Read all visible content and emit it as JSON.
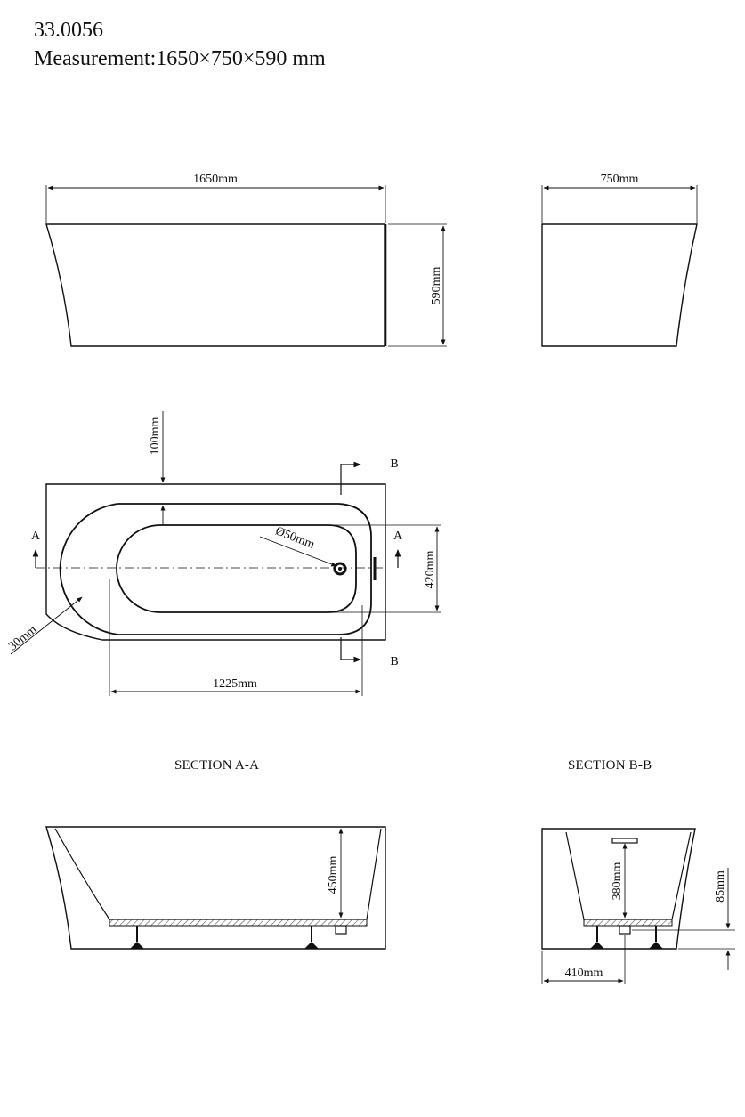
{
  "header": {
    "model": "33.0056",
    "measurement": "Measurement:1650×750×590 mm"
  },
  "front_view": {
    "length_label": "1650mm",
    "height_label": "590mm"
  },
  "side_view": {
    "width_label": "750mm"
  },
  "top_view": {
    "rim_label": "100mm",
    "drain_label": "Ø50mm",
    "inner_width_label": "420mm",
    "inner_length_label": "1225mm",
    "corner_label": "30mm",
    "section_a": "A",
    "section_b": "B"
  },
  "section_aa": {
    "title": "SECTION A-A",
    "depth_label": "450mm"
  },
  "section_bb": {
    "title": "SECTION B-B",
    "depth_label": "380mm",
    "base_label": "85mm",
    "offset_label": "410mm"
  }
}
